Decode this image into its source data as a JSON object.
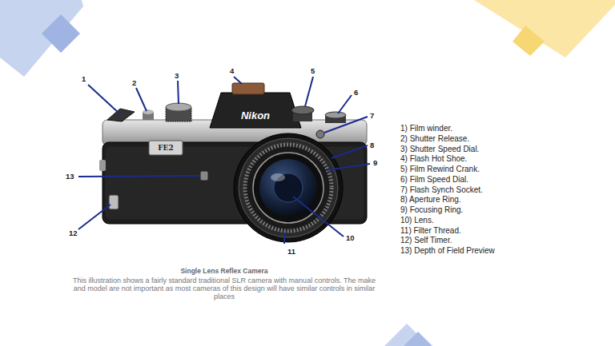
{
  "diagram": {
    "title": "Single Lens Reflex Camera",
    "caption": "This illustration shows a fairly standard traditional SLR camera with manual controls. The make and model are not important as most cameras of this design will have similar controls in similar places",
    "labels": [
      "1",
      "2",
      "3",
      "4",
      "5",
      "6",
      "7",
      "8",
      "9",
      "10",
      "11",
      "12",
      "13",
      "1) Film winder.",
      "2) Shutter Release.",
      "3) Shutter Speed Dial.",
      "4) Flash Hot Shoe.",
      "5) Film Rewind Crank.",
      "6) Film Speed Dial.",
      "7) Flash Synch Socket.",
      "8) Aperture Ring.",
      "9) Focusing Ring.",
      "10) Lens.",
      "11) Filter Thread.",
      "12) Self Timer.",
      "13) Depth of Field Preview",
      "FE2",
      "Nikon"
    ]
  }
}
